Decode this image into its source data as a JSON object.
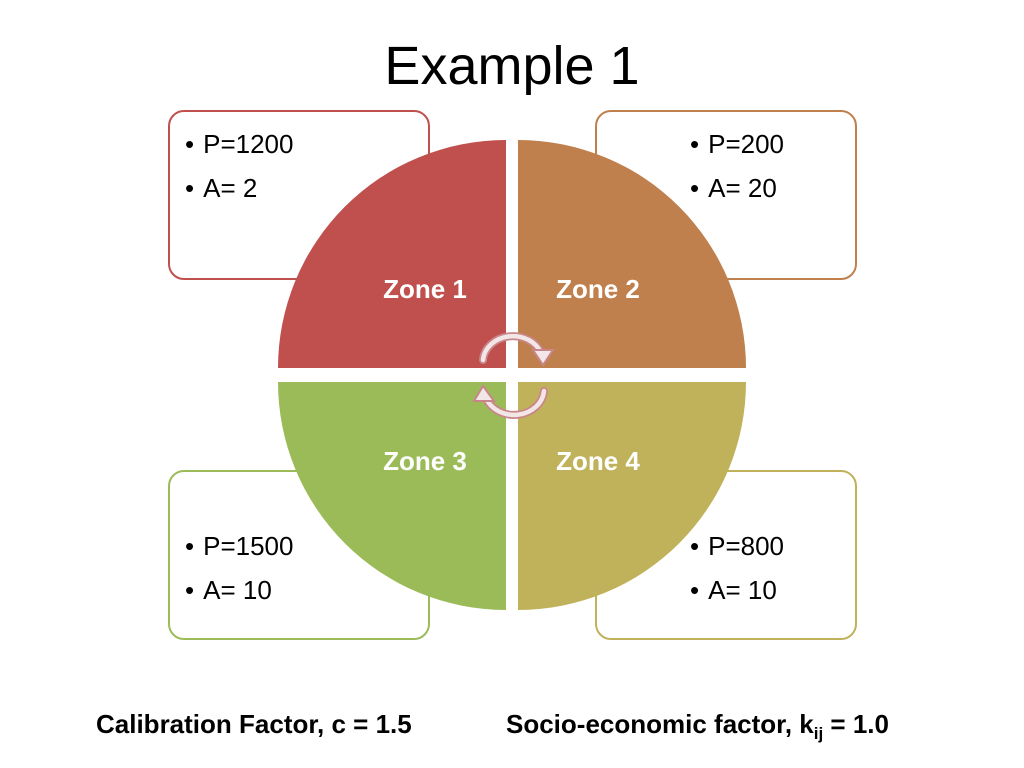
{
  "title": "Example 1",
  "zones": [
    {
      "label": "Zone 1",
      "color": "#c0504d",
      "border": "#c0504d",
      "population": "P=1200",
      "area": "A= 2"
    },
    {
      "label": "Zone 2",
      "color": "#c0804d",
      "border": "#c0804d",
      "population": "P=200",
      "area": "A= 20"
    },
    {
      "label": "Zone 3",
      "color": "#9bbb59",
      "border": "#9bbb59",
      "population": "P=1500",
      "area": "A= 10"
    },
    {
      "label": "Zone 4",
      "color": "#c0b25a",
      "border": "#c0b25a",
      "population": "P=800",
      "area": "A= 10"
    }
  ],
  "footer": {
    "calibration": "Calibration Factor, c = 1.5",
    "socio_prefix": "Socio-economic factor, k",
    "socio_subscript": "ij",
    "socio_suffix": " = 1.0"
  },
  "icons": {
    "cycle": "circular-arrows-icon"
  }
}
